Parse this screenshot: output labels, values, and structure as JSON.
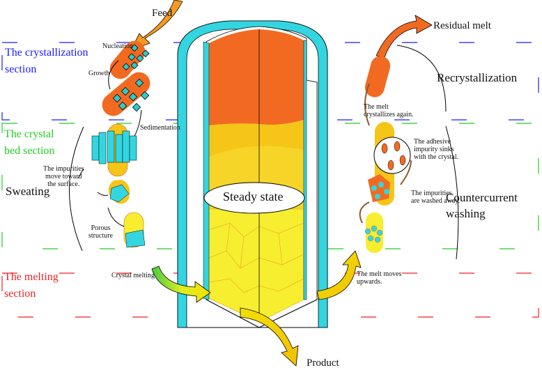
{
  "sections": {
    "crystallization": {
      "line1": "The crystallization",
      "line2": "section",
      "color": "#1a1aff"
    },
    "crystal_bed": {
      "line1": "The crystal",
      "line2": "bed section",
      "color": "#22cc22"
    },
    "melting": {
      "line1": "The melting",
      "line2": "section",
      "color": "#ee2222"
    }
  },
  "labels": {
    "feed": "Feed",
    "residual_melt": "Residual melt",
    "recrystallization": "Recrystallization",
    "countercurrent_1": "Countercurrent",
    "countercurrent_2": "washing",
    "sweating": "Sweating",
    "steady_state": "Steady state",
    "product": "Product"
  },
  "annotations": {
    "nucleation": "Nucleation",
    "growth": "Growth",
    "sedimentation": "Sedimentation",
    "impurities_move_1": "The impurities",
    "impurities_move_2": "move toward",
    "impurities_move_3": "the surface.",
    "porous_1": "Porous",
    "porous_2": "structure",
    "crystal_melting": "Crystal melting",
    "melt_cryst_1": "The melt",
    "melt_cryst_2": "crystallizes again.",
    "adhesive_1": "The adhesive",
    "adhesive_2": "impurity sinks",
    "adhesive_3": "with the crystal.",
    "washed_1": "The impurities",
    "washed_2": "are washed away.",
    "melt_up_1": "The melt moves",
    "melt_up_2": "upwards."
  },
  "colors": {
    "cyan": "#33d6e0",
    "orange": "#f26a22",
    "yellow": "#f7e81a",
    "gold": "#f5c518"
  }
}
